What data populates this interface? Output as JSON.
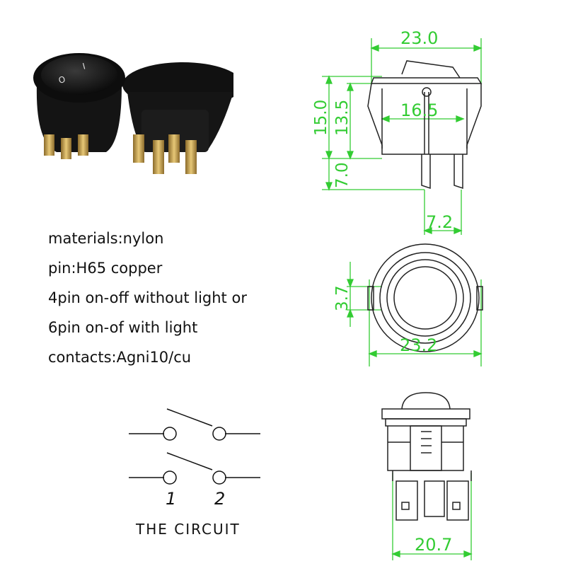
{
  "specs": [
    "materials:nylon",
    "pin:H65 copper",
    "4pin on-off without light or",
    "6pin on-of with light",
    "contacts:Agni10/cu"
  ],
  "product_photo": {
    "switch_marks": [
      "I",
      "O"
    ]
  },
  "side_view": {
    "dimensions": {
      "overall_width": "23.0",
      "inner_width": "16.5",
      "overall_height": "15.0",
      "body_height": "13.5",
      "pin_length": "7.0",
      "pin_spacing": "7.2"
    }
  },
  "top_view": {
    "dimensions": {
      "outer_diameter": "23.2",
      "clip_offset": "3.7"
    }
  },
  "front_view": {
    "dimensions": {
      "body_width": "20.7"
    }
  },
  "circuit": {
    "pin_labels": [
      "1",
      "2"
    ],
    "title": "THE CIRCUIT"
  },
  "colors": {
    "dimension": "#33cc33",
    "outline": "#222222",
    "background": "#ffffff"
  }
}
